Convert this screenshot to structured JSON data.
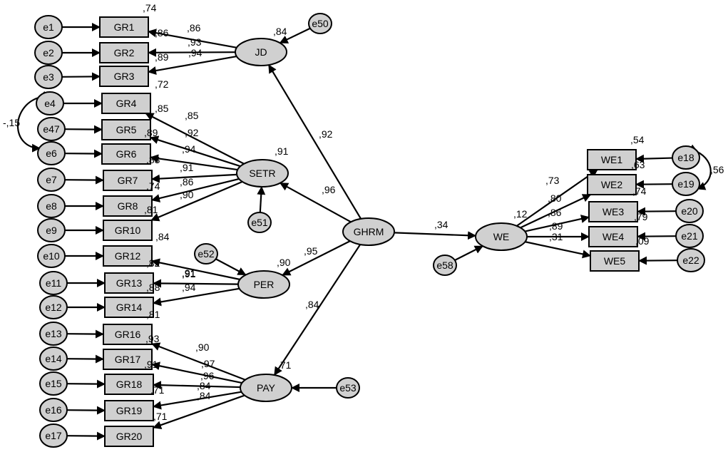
{
  "diagram": {
    "latent": [
      {
        "id": "JD",
        "label": "JD"
      },
      {
        "id": "SETR",
        "label": "SETR"
      },
      {
        "id": "PER",
        "label": "PER"
      },
      {
        "id": "PAY",
        "label": "PAY"
      },
      {
        "id": "GHRM",
        "label": "GHRM"
      },
      {
        "id": "WE",
        "label": "WE"
      }
    ],
    "observed": [
      {
        "id": "GR1",
        "label": "GR1"
      },
      {
        "id": "GR2",
        "label": "GR2"
      },
      {
        "id": "GR3",
        "label": "GR3"
      },
      {
        "id": "GR4",
        "label": "GR4"
      },
      {
        "id": "GR5",
        "label": "GR5"
      },
      {
        "id": "GR6",
        "label": "GR6"
      },
      {
        "id": "GR7",
        "label": "GR7"
      },
      {
        "id": "GR8",
        "label": "GR8"
      },
      {
        "id": "GR10",
        "label": "GR10"
      },
      {
        "id": "GR12",
        "label": "GR12"
      },
      {
        "id": "GR13",
        "label": "GR13"
      },
      {
        "id": "GR14",
        "label": "GR14"
      },
      {
        "id": "GR16",
        "label": "GR16"
      },
      {
        "id": "GR17",
        "label": "GR17"
      },
      {
        "id": "GR18",
        "label": "GR18"
      },
      {
        "id": "GR19",
        "label": "GR19"
      },
      {
        "id": "GR20",
        "label": "GR20"
      },
      {
        "id": "WE1",
        "label": "WE1"
      },
      {
        "id": "WE2",
        "label": "WE2"
      },
      {
        "id": "WE3",
        "label": "WE3"
      },
      {
        "id": "WE4",
        "label": "WE4"
      },
      {
        "id": "WE5",
        "label": "WE5"
      }
    ],
    "errors": [
      {
        "id": "e1",
        "label": "e1"
      },
      {
        "id": "e2",
        "label": "e2"
      },
      {
        "id": "e3",
        "label": "e3"
      },
      {
        "id": "e4",
        "label": "e4"
      },
      {
        "id": "e47",
        "label": "e47"
      },
      {
        "id": "e6",
        "label": "e6"
      },
      {
        "id": "e7",
        "label": "e7"
      },
      {
        "id": "e8",
        "label": "e8"
      },
      {
        "id": "e9",
        "label": "e9"
      },
      {
        "id": "e10",
        "label": "e10"
      },
      {
        "id": "e11",
        "label": "e11"
      },
      {
        "id": "e12",
        "label": "e12"
      },
      {
        "id": "e13",
        "label": "e13"
      },
      {
        "id": "e14",
        "label": "e14"
      },
      {
        "id": "e15",
        "label": "e15"
      },
      {
        "id": "e16",
        "label": "e16"
      },
      {
        "id": "e17",
        "label": "e17"
      },
      {
        "id": "e18",
        "label": "e18"
      },
      {
        "id": "e19",
        "label": "e19"
      },
      {
        "id": "e20",
        "label": "e20"
      },
      {
        "id": "e21",
        "label": "e21"
      },
      {
        "id": "e22",
        "label": "e22"
      },
      {
        "id": "e50",
        "label": "e50"
      },
      {
        "id": "e51",
        "label": "e51"
      },
      {
        "id": "e52",
        "label": "e52"
      },
      {
        "id": "e53",
        "label": "e53"
      },
      {
        "id": "e58",
        "label": "e58"
      }
    ],
    "structural_paths": [
      {
        "from": "GHRM",
        "to": "JD",
        "coef": ",92"
      },
      {
        "from": "GHRM",
        "to": "SETR",
        "coef": ",96"
      },
      {
        "from": "GHRM",
        "to": "PER",
        "coef": ",95"
      },
      {
        "from": "GHRM",
        "to": "PAY",
        "coef": ",84"
      },
      {
        "from": "GHRM",
        "to": "WE",
        "coef": ",34"
      }
    ],
    "loadings": [
      {
        "from": "JD",
        "to": "GR1",
        "coef": ",86"
      },
      {
        "from": "JD",
        "to": "GR2",
        "coef": ",93"
      },
      {
        "from": "JD",
        "to": "GR3",
        "coef": ",94"
      },
      {
        "from": "SETR",
        "to": "GR4",
        "coef": ",85"
      },
      {
        "from": "SETR",
        "to": "GR5",
        "coef": ",92"
      },
      {
        "from": "SETR",
        "to": "GR6",
        "coef": ",94"
      },
      {
        "from": "SETR",
        "to": "GR7",
        "coef": ",91"
      },
      {
        "from": "SETR",
        "to": "GR8",
        "coef": ",86"
      },
      {
        "from": "SETR",
        "to": "GR10",
        "coef": ",90"
      },
      {
        "from": "PER",
        "to": "GR12",
        "coef": ",91"
      },
      {
        "from": "PER",
        "to": "GR13",
        "coef": ",91"
      },
      {
        "from": "PER",
        "to": "GR14",
        "coef": ",94"
      },
      {
        "from": "PAY",
        "to": "GR16",
        "coef": ",90"
      },
      {
        "from": "PAY",
        "to": "GR17",
        "coef": ",97"
      },
      {
        "from": "PAY",
        "to": "GR18",
        "coef": ",96"
      },
      {
        "from": "PAY",
        "to": "GR19",
        "coef": ",84"
      },
      {
        "from": "PAY",
        "to": "GR20",
        "coef": ",84"
      },
      {
        "from": "WE",
        "to": "WE1",
        "coef": ",73"
      },
      {
        "from": "WE",
        "to": "WE2",
        "coef": ",80"
      },
      {
        "from": "WE",
        "to": "WE3",
        "coef": ",86"
      },
      {
        "from": "WE",
        "to": "WE4",
        "coef": ",89"
      },
      {
        "from": "WE",
        "to": "WE5",
        "coef": ",31"
      }
    ],
    "error_paths": [
      {
        "from": "e1",
        "to": "GR1"
      },
      {
        "from": "e2",
        "to": "GR2"
      },
      {
        "from": "e3",
        "to": "GR3"
      },
      {
        "from": "e4",
        "to": "GR4"
      },
      {
        "from": "e47",
        "to": "GR5"
      },
      {
        "from": "e6",
        "to": "GR6"
      },
      {
        "from": "e7",
        "to": "GR7"
      },
      {
        "from": "e8",
        "to": "GR8"
      },
      {
        "from": "e9",
        "to": "GR10"
      },
      {
        "from": "e10",
        "to": "GR12"
      },
      {
        "from": "e11",
        "to": "GR13"
      },
      {
        "from": "e12",
        "to": "GR14"
      },
      {
        "from": "e13",
        "to": "GR16"
      },
      {
        "from": "e14",
        "to": "GR17"
      },
      {
        "from": "e15",
        "to": "GR18"
      },
      {
        "from": "e16",
        "to": "GR19"
      },
      {
        "from": "e17",
        "to": "GR20"
      },
      {
        "from": "e18",
        "to": "WE1"
      },
      {
        "from": "e19",
        "to": "WE2"
      },
      {
        "from": "e20",
        "to": "WE3"
      },
      {
        "from": "e21",
        "to": "WE4"
      },
      {
        "from": "e22",
        "to": "WE5"
      },
      {
        "from": "e50",
        "to": "JD"
      },
      {
        "from": "e51",
        "to": "SETR"
      },
      {
        "from": "e52",
        "to": "PER"
      },
      {
        "from": "e53",
        "to": "PAY"
      },
      {
        "from": "e58",
        "to": "WE"
      }
    ],
    "covariances": [
      {
        "a": "e4",
        "b": "e6",
        "coef": "-,15"
      },
      {
        "a": "e18",
        "b": "e19",
        "coef": ",56"
      }
    ],
    "r_squared": [
      {
        "node": "GR1",
        "value": ",74"
      },
      {
        "node": "GR2",
        "value": ",86"
      },
      {
        "node": "GR3",
        "value": ",89"
      },
      {
        "node": "GR4",
        "value": ",72"
      },
      {
        "node": "GR5",
        "value": ",85"
      },
      {
        "node": "GR6",
        "value": ",89"
      },
      {
        "node": "GR7",
        "value": ",83"
      },
      {
        "node": "GR8",
        "value": ",74"
      },
      {
        "node": "GR10",
        "value": ",81"
      },
      {
        "node": "GR12",
        "value": ",84"
      },
      {
        "node": "GR13",
        "value": ",82"
      },
      {
        "node": "GR14",
        "value": ",88"
      },
      {
        "node": "GR16",
        "value": ",81"
      },
      {
        "node": "GR17",
        "value": ",93"
      },
      {
        "node": "GR18",
        "value": ",91"
      },
      {
        "node": "GR19",
        "value": ",71"
      },
      {
        "node": "GR20",
        "value": ",71"
      },
      {
        "node": "WE1",
        "value": ",54"
      },
      {
        "node": "WE2",
        "value": ",63"
      },
      {
        "node": "WE3",
        "value": ",74"
      },
      {
        "node": "WE4",
        "value": ",79"
      },
      {
        "node": "WE5",
        "value": ",09"
      },
      {
        "node": "JD",
        "value": ",84"
      },
      {
        "node": "SETR",
        "value": ",91"
      },
      {
        "node": "PER",
        "value": ",90"
      },
      {
        "node": "PAY",
        "value": ",71"
      },
      {
        "node": "WE",
        "value": ",12"
      }
    ]
  }
}
